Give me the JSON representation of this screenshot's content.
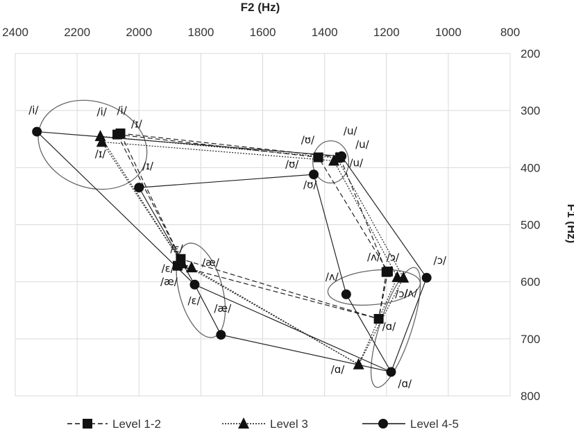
{
  "chart_data": {
    "type": "scatter",
    "xlabel": "F2 (Hz)",
    "ylabel": "F1 (Hz)",
    "xlim": [
      2400,
      800
    ],
    "ylim": [
      200,
      800
    ],
    "x_reversed": true,
    "y_reversed": true,
    "x_ticks": [
      "2400",
      "2200",
      "2000",
      "1800",
      "1600",
      "1400",
      "1200",
      "1000",
      "800"
    ],
    "y_ticks": [
      "200",
      "300",
      "400",
      "500",
      "600",
      "700",
      "800"
    ],
    "grid": true,
    "legend_position": "bottom",
    "series": [
      {
        "name": "Level 1-2",
        "marker": "square",
        "line": "dashed",
        "points": [
          {
            "vowel": "/i/",
            "x": 2060,
            "y": 340
          },
          {
            "vowel": "/ɪ/",
            "x": 2070,
            "y": 342
          },
          {
            "vowel": "/u/",
            "x": 1350,
            "y": 382
          },
          {
            "vowel": "/ʊ/",
            "x": 1420,
            "y": 382
          },
          {
            "vowel": "/ɛ/",
            "x": 1865,
            "y": 560
          },
          {
            "vowel": "/æ/",
            "x": 1875,
            "y": 572
          },
          {
            "vowel": "/ʌ/",
            "x": 1195,
            "y": 582
          },
          {
            "vowel": "/ɔ/",
            "x": 1200,
            "y": 583
          },
          {
            "vowel": "/ɑ/",
            "x": 1225,
            "y": 665
          }
        ]
      },
      {
        "name": "Level 3",
        "marker": "triangle",
        "line": "dotted",
        "points": [
          {
            "vowel": "/i/",
            "x": 2125,
            "y": 345
          },
          {
            "vowel": "/ɪ/",
            "x": 2120,
            "y": 355
          },
          {
            "vowel": "/u/",
            "x": 1360,
            "y": 383
          },
          {
            "vowel": "/ʊ/",
            "x": 1370,
            "y": 388
          },
          {
            "vowel": "/ɛ/",
            "x": 1860,
            "y": 568
          },
          {
            "vowel": "/æ/",
            "x": 1830,
            "y": 575
          },
          {
            "vowel": "/ʌ/",
            "x": 1165,
            "y": 592
          },
          {
            "vowel": "/ɔ/",
            "x": 1145,
            "y": 593
          },
          {
            "vowel": "/ɑ/",
            "x": 1290,
            "y": 745
          }
        ]
      },
      {
        "name": "Level 4-5",
        "marker": "circle",
        "line": "solid",
        "points": [
          {
            "vowel": "/i/",
            "x": 2330,
            "y": 337
          },
          {
            "vowel": "/ɪ/",
            "x": 2000,
            "y": 435
          },
          {
            "vowel": "/u/",
            "x": 1345,
            "y": 380
          },
          {
            "vowel": "/ʊ/",
            "x": 1435,
            "y": 412
          },
          {
            "vowel": "/ɛ/",
            "x": 1820,
            "y": 605
          },
          {
            "vowel": "/æ/",
            "x": 1735,
            "y": 693
          },
          {
            "vowel": "/ʌ/",
            "x": 1330,
            "y": 622
          },
          {
            "vowel": "/ɔ/",
            "x": 1070,
            "y": 593
          },
          {
            "vowel": "/ɑ/",
            "x": 1185,
            "y": 758
          }
        ]
      }
    ],
    "annotations": [
      {
        "text": "/i/",
        "x": 2330,
        "y": 337,
        "dx": -12,
        "dy": -26
      },
      {
        "text": "/i/",
        "x": 2125,
        "y": 345,
        "dx": -5,
        "dy": -30
      },
      {
        "text": "/i/",
        "x": 2060,
        "y": 340,
        "dx": -5,
        "dy": -28
      },
      {
        "text": "/ɪ/",
        "x": 2070,
        "y": 342,
        "dx": 20,
        "dy": -10
      },
      {
        "text": "/ɪ/",
        "x": 2120,
        "y": 355,
        "dx": -10,
        "dy": 22
      },
      {
        "text": "/ɪ/",
        "x": 2000,
        "y": 435,
        "dx": 5,
        "dy": -26
      },
      {
        "text": "/ʊ/",
        "x": 1420,
        "y": 382,
        "dx": -25,
        "dy": -20
      },
      {
        "text": "/u/",
        "x": 1350,
        "y": 382,
        "dx": 5,
        "dy": -33
      },
      {
        "text": "/u/",
        "x": 1345,
        "y": 380,
        "dx": 20,
        "dy": -12
      },
      {
        "text": "/u/",
        "x": 1360,
        "y": 383,
        "dx": 18,
        "dy": 12
      },
      {
        "text": "/ʊ/",
        "x": 1370,
        "y": 388,
        "dx": -70,
        "dy": 10
      },
      {
        "text": "/ʊ/",
        "x": 1435,
        "y": 412,
        "dx": -15,
        "dy": 20
      },
      {
        "text": "/ɛ/",
        "x": 1865,
        "y": 560,
        "dx": -15,
        "dy": -10
      },
      {
        "text": "/ɛ/",
        "x": 1860,
        "y": 568,
        "dx": -30,
        "dy": 12
      },
      {
        "text": "/æ/",
        "x": 1830,
        "y": 575,
        "dx": 15,
        "dy": -2
      },
      {
        "text": "/æ/",
        "x": 1875,
        "y": 572,
        "dx": -25,
        "dy": 28
      },
      {
        "text": "/ɛ/",
        "x": 1820,
        "y": 605,
        "dx": -10,
        "dy": 28
      },
      {
        "text": "/æ/",
        "x": 1735,
        "y": 693,
        "dx": -10,
        "dy": -33
      },
      {
        "text": "/ʌ/",
        "x": 1195,
        "y": 582,
        "dx": -30,
        "dy": -16
      },
      {
        "text": "/ɔ/",
        "x": 1200,
        "y": 583,
        "dx": 0,
        "dy": -16
      },
      {
        "text": "/ɔ/",
        "x": 1070,
        "y": 593,
        "dx": 10,
        "dy": -20
      },
      {
        "text": "/ʌ/",
        "x": 1330,
        "y": 622,
        "dx": -30,
        "dy": -20
      },
      {
        "text": "/ɔ/",
        "x": 1145,
        "y": 593,
        "dx": -12,
        "dy": 28
      },
      {
        "text": "/ʌ/",
        "x": 1165,
        "y": 592,
        "dx": 10,
        "dy": 28
      },
      {
        "text": "/ɑ/",
        "x": 1225,
        "y": 665,
        "dx": 5,
        "dy": 16
      },
      {
        "text": "/ɑ/",
        "x": 1290,
        "y": 745,
        "dx": -40,
        "dy": 12
      },
      {
        "text": "/ɑ/",
        "x": 1185,
        "y": 758,
        "dx": 10,
        "dy": 22
      }
    ],
    "ellipses": [
      {
        "group": "/i/ /ɪ/",
        "cx": 2150,
        "cy": 360,
        "rx_hz": 180,
        "ry_hz": 75,
        "rotate": 20
      },
      {
        "group": "/u/ /ʊ/",
        "cx": 1380,
        "cy": 390,
        "rx_hz": 58,
        "ry_hz": 37,
        "rotate": 0
      },
      {
        "group": "/ɛ/ /æ/",
        "cx": 1800,
        "cy": 615,
        "rx_hz": 70,
        "ry_hz": 85,
        "rotate": -15
      },
      {
        "group": "/ʌ/ /ɔ/",
        "cx": 1240,
        "cy": 610,
        "rx_hz": 150,
        "ry_hz": 30,
        "rotate": -6
      },
      {
        "group": "/ɑ/ /ɔ/",
        "cx": 1170,
        "cy": 680,
        "rx_hz": 52,
        "ry_hz": 110,
        "rotate": 18
      }
    ]
  }
}
